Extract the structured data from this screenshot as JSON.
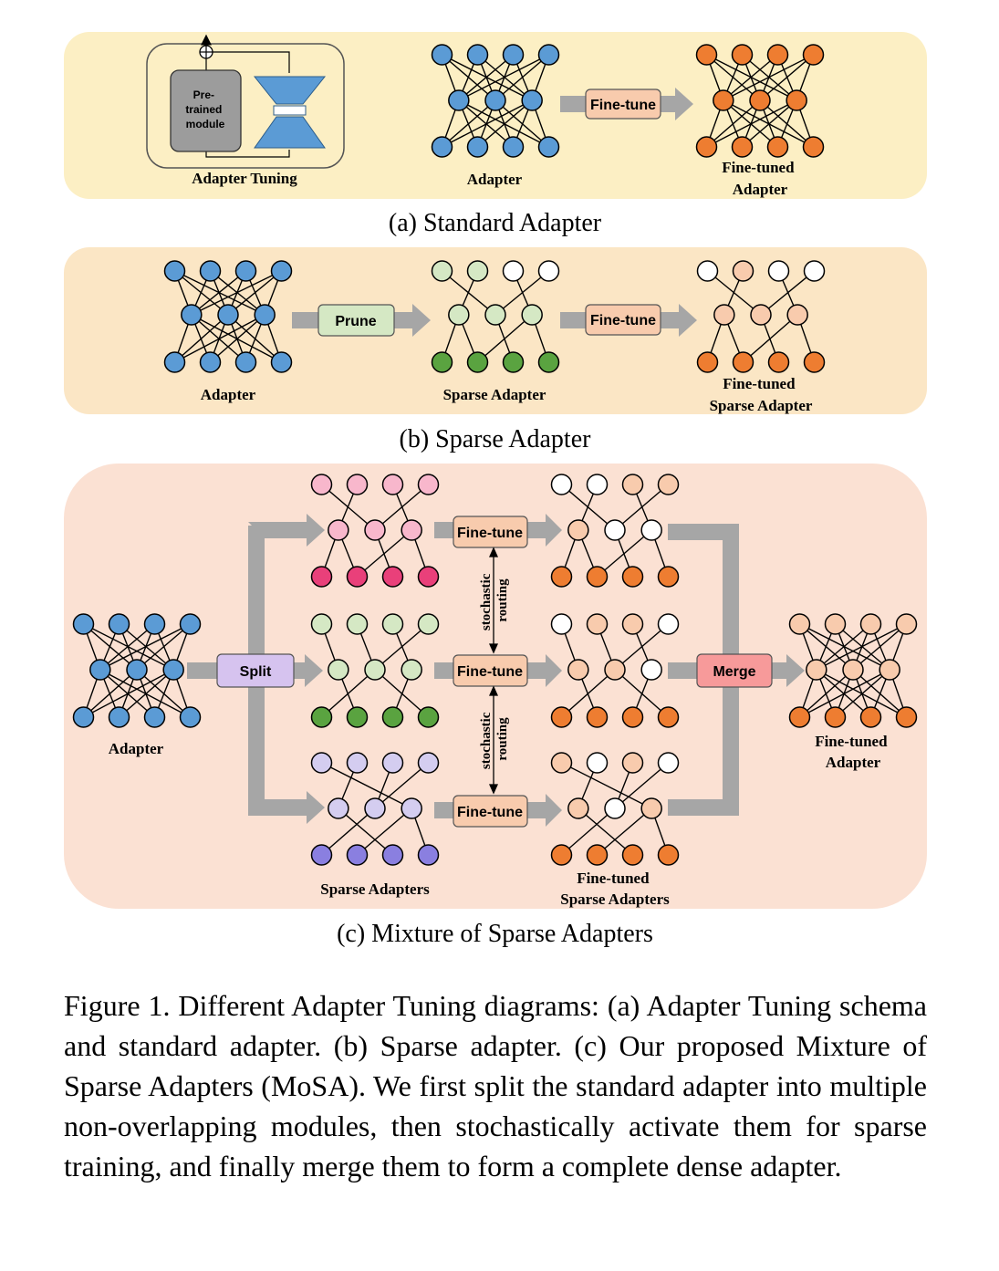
{
  "panel_a": {
    "caption": "(a) Standard Adapter",
    "pretrained_label_lines": [
      "Pre-",
      "trained",
      "module"
    ],
    "adapter_tuning_label": "Adapter Tuning",
    "adapter_label": "Adapter",
    "finetune_label": "Fine-tune",
    "finetuned_label_lines": [
      "Fine-tuned",
      "Adapter"
    ]
  },
  "panel_b": {
    "caption": "(b) Sparse Adapter",
    "adapter_label": "Adapter",
    "prune_label": "Prune",
    "sparse_label": "Sparse Adapter",
    "finetune_label": "Fine-tune",
    "finetuned_label_lines": [
      "Fine-tuned",
      "Sparse Adapter"
    ]
  },
  "panel_c": {
    "caption": "(c) Mixture of Sparse Adapters",
    "adapter_label": "Adapter",
    "split_label": "Split",
    "finetune_labels": [
      "Fine-tune",
      "Fine-tune",
      "Fine-tune"
    ],
    "routing_label_lines": [
      "stochastic",
      "routing"
    ],
    "merge_label": "Merge",
    "sparse_adapters_label": "Sparse Adapters",
    "finetuned_sparse_label_lines": [
      "Fine-tuned",
      "Sparse Adapters"
    ],
    "finetuned_label_lines": [
      "Fine-tuned",
      "Adapter"
    ]
  },
  "colors": {
    "panel_a_bg": "#fcefc4",
    "panel_b_bg": "#fbe6c5",
    "panel_c_bg": "#fbe1d3",
    "blue": "#5b9bd5",
    "orange": "#ee7d31",
    "orange_light": "#f8cbad",
    "green_dark": "#5aa340",
    "green_light": "#d5e8c4",
    "pink_dark": "#e9407a",
    "pink_light": "#f8b7cc",
    "purple_dark": "#8a7fe0",
    "purple_light": "#d4cdf0",
    "gray_arrow": "#a6a6a6"
  },
  "caption": {
    "text": "Figure 1. Different Adapter Tuning diagrams: (a) Adapter Tuning schema and standard adapter. (b) Sparse adapter. (c) Our proposed Mixture of Sparse Adapters (MoSA). We first split the standard adapter into multiple non-overlapping modules, then stochastically activate them for sparse training, and finally merge them to form a complete dense adapter."
  }
}
